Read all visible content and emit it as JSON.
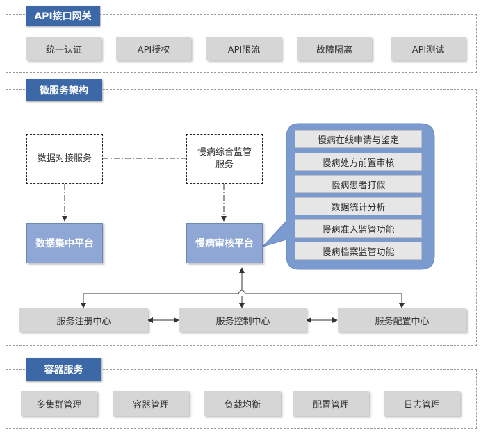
{
  "gateway": {
    "title": "API接口网关",
    "items": [
      "统一认证",
      "API授权",
      "API限流",
      "故障隔离",
      "API测试"
    ]
  },
  "microservice": {
    "title": "微服务架构",
    "data_docking": "数据对接服务",
    "monitor_service": "慢病综合监管\n服务",
    "data_platform": "数据集中平台",
    "review_platform": "慢病审核平台",
    "callout_items": [
      "慢病在线申请与鉴定",
      "慢病处方前置审核",
      "慢病患者打假",
      "数据统计分析",
      "慢病准入监管功能",
      "慢病档案监管功能"
    ],
    "registry": "服务注册中心",
    "control": "服务控制中心",
    "config": "服务配置中心"
  },
  "container": {
    "title": "容器服务",
    "items": [
      "多集群管理",
      "容器管理",
      "负载均衡",
      "配置管理",
      "日志管理"
    ]
  },
  "colors": {
    "tab_blue": "#3d68a8",
    "platform_blue": "#8ea7d4",
    "callout_blue": "#7b9ad0",
    "gray": "#d6d6d6"
  }
}
